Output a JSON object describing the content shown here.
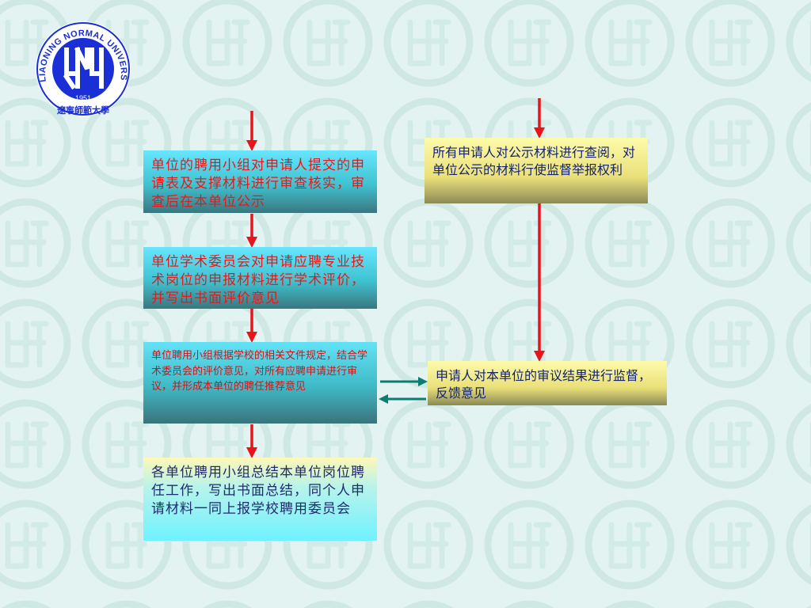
{
  "logo": {
    "name_en": "LIAONING NORMAL UNIVERSITY",
    "year": "1951",
    "name_cn": "遼寧師範大學"
  },
  "boxes": {
    "verify": "单位的聘用小组对申请人提交的申请表及支撑材料进行审查核实，审查后在本单位公示",
    "academic": "单位学术委员会对申请应聘专业技术岗位的申报材料进行学术评价，并写出书面评价意见",
    "review": "单位聘用小组根据学校的相关文件规定，结合学术委员会的评价意见，对所有应聘申请进行审议，并形成本单位的聘任推荐意见",
    "summary": "各单位聘用小组总结本单位岗位聘任工作，写出书面总结，同个人申请材料一同上报学校聘用委员会",
    "inspect": "所有申请人对公示材料进行查阅，对单位公示的材料行使监督举报权利",
    "supervise": "申请人对本单位的审议结果进行监督，反馈意见"
  },
  "colors": {
    "background": "#e3f3f1",
    "red_arrow": "#e8141c",
    "teal_arrow": "#0c7c74",
    "logo_blue": "#1a2fd6"
  }
}
